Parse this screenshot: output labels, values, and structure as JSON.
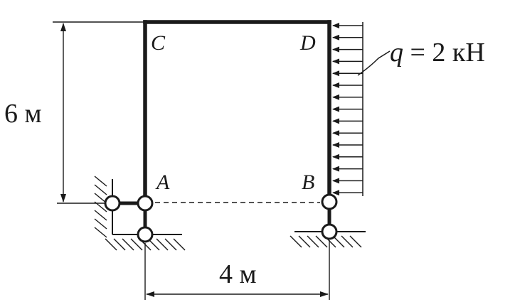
{
  "points": {
    "a": "A",
    "b": "B",
    "c": "C",
    "d": "D"
  },
  "dimensions": {
    "height": "6 м",
    "width": "4 м"
  },
  "load": {
    "symbol": "q",
    "equals": " = 2 кН"
  },
  "colors": {
    "ink": "#1a1a1a",
    "background": "#ffffff"
  }
}
